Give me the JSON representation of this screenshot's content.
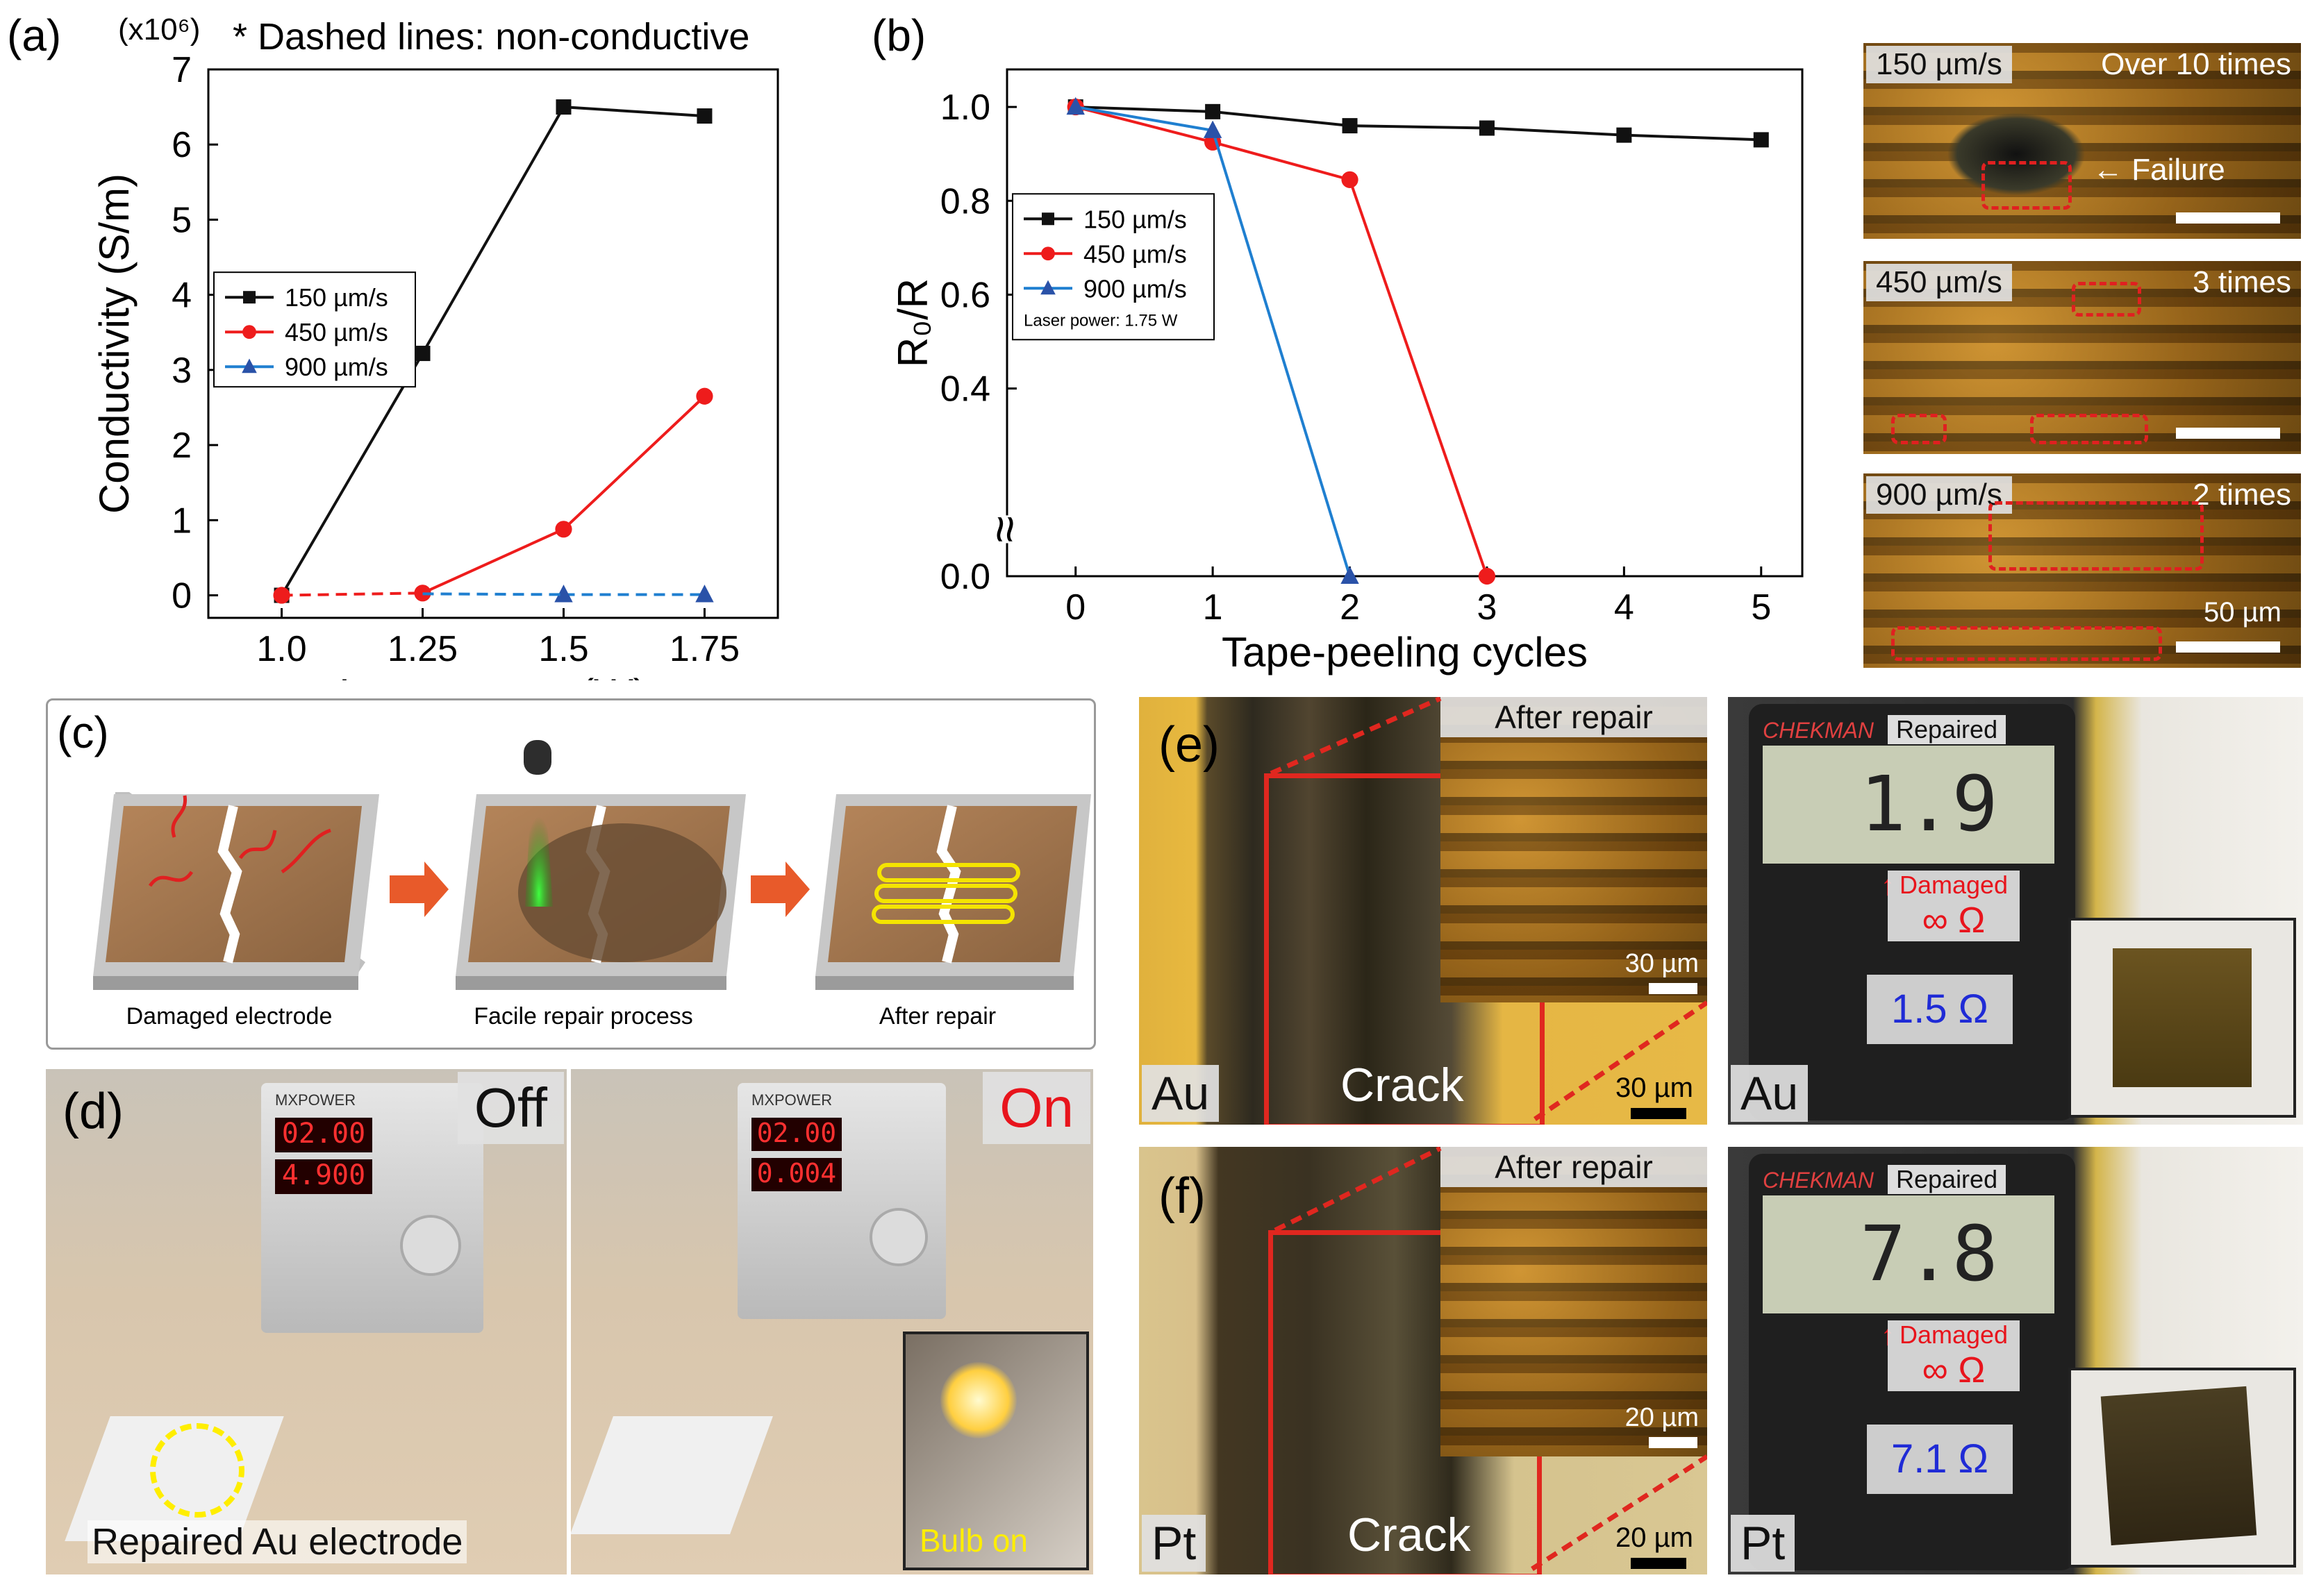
{
  "panels": {
    "a": {
      "label": "(a)",
      "exponent_note": "(x10⁶)",
      "note": "* Dashed lines: non-conductive",
      "legend_title": ""
    },
    "b": {
      "label": "(b)",
      "legend_note": "Laser power: 1.75 W",
      "break_symbol": "≈"
    },
    "b_images": [
      {
        "speed": "150 µm/s",
        "note": "Over 10 times",
        "failure": "Failure"
      },
      {
        "speed": "450 µm/s",
        "note": "3 times"
      },
      {
        "speed": "900 µm/s",
        "note": "2 times",
        "scale": "50 µm"
      }
    ],
    "c": {
      "label": "(c)",
      "steps": [
        "Damaged electrode",
        "Facile repair process",
        "After repair"
      ]
    },
    "d": {
      "label": "(d)",
      "off": "Off",
      "on": "On",
      "caption": "Repaired Au electrode",
      "bulb": "Bulb on",
      "psu_off": [
        "02.00",
        "4.900"
      ],
      "psu_on": [
        "02.00",
        "0.004"
      ],
      "brand": "MXPOWER"
    },
    "e": {
      "label": "(e)",
      "after_repair": "After repair",
      "inset_scale": "30 µm",
      "main_scale": "30 µm",
      "material": "Au",
      "crack": "Crack",
      "meter_material": "Au",
      "repaired": "Repaired",
      "reading": "1.9",
      "damaged": "Damaged",
      "damaged_value": "∞ Ω",
      "measured": "1.5 Ω",
      "brand": "CHEKMAN"
    },
    "f": {
      "label": "(f)",
      "after_repair": "After repair",
      "inset_scale": "20 µm",
      "main_scale": "20 µm",
      "material": "Pt",
      "crack": "Crack",
      "meter_material": "Pt",
      "repaired": "Repaired",
      "reading": "7.8",
      "damaged": "Damaged",
      "damaged_value": "∞ Ω",
      "measured": "7.1 Ω",
      "brand": "CHEKMAN"
    }
  },
  "chart_data": [
    {
      "id": "a",
      "type": "line",
      "xlabel": "Laser power (W)",
      "ylabel": "Conductivity (S/m)",
      "x": [
        1.0,
        1.25,
        1.5,
        1.75
      ],
      "xtick_labels": [
        "1.0",
        "1.25",
        "1.5",
        "1.75"
      ],
      "ylim": [
        -0.3,
        7
      ],
      "yticks": [
        0,
        1,
        2,
        3,
        4,
        5,
        6,
        7
      ],
      "legend_position": "center-left",
      "series": [
        {
          "name": "150 µm/s",
          "color": "#111111",
          "marker": "square",
          "x": [
            1.0,
            1.25,
            1.5,
            1.75
          ],
          "values": [
            0,
            3.22,
            6.5,
            6.38
          ],
          "dashed_until_index": 0
        },
        {
          "name": "450 µm/s",
          "color": "#ee1c1c",
          "marker": "circle",
          "x": [
            1.0,
            1.25,
            1.5,
            1.75
          ],
          "values": [
            0,
            0.03,
            0.88,
            2.65
          ],
          "dashed_until_index": 1
        },
        {
          "name": "900 µm/s",
          "color": "#2a52a8",
          "line_color": "#1f7fd0",
          "marker": "triangle",
          "x": [
            1.5,
            1.75
          ],
          "values": [
            0.01,
            0.01
          ],
          "dashed_until_index": 1
        }
      ]
    },
    {
      "id": "b",
      "type": "line",
      "xlabel": "Tape-peeling cycles",
      "ylabel": "R₀/R",
      "x": [
        0,
        1,
        2,
        3,
        4,
        5
      ],
      "xlim": [
        -0.5,
        5.3
      ],
      "ylim": [
        0,
        1.08
      ],
      "yticks": [
        0.0,
        0.4,
        0.6,
        0.8,
        1.0
      ],
      "ytick_labels": [
        "0.0",
        "0.4",
        "0.6",
        "0.8",
        "1.0"
      ],
      "legend_position": "center-left",
      "series": [
        {
          "name": "150 µm/s",
          "color": "#111111",
          "marker": "square",
          "x": [
            0,
            1,
            2,
            3,
            4,
            5
          ],
          "values": [
            1.0,
            0.99,
            0.96,
            0.955,
            0.94,
            0.93
          ]
        },
        {
          "name": "450 µm/s",
          "color": "#ee1c1c",
          "marker": "circle",
          "x": [
            0,
            1,
            2,
            3
          ],
          "values": [
            1.0,
            0.925,
            0.845,
            0.0
          ]
        },
        {
          "name": "900 µm/s",
          "color": "#2a52a8",
          "line_color": "#1f7fd0",
          "marker": "triangle",
          "x": [
            0,
            1,
            2
          ],
          "values": [
            1.0,
            0.95,
            0.0
          ]
        }
      ]
    }
  ]
}
